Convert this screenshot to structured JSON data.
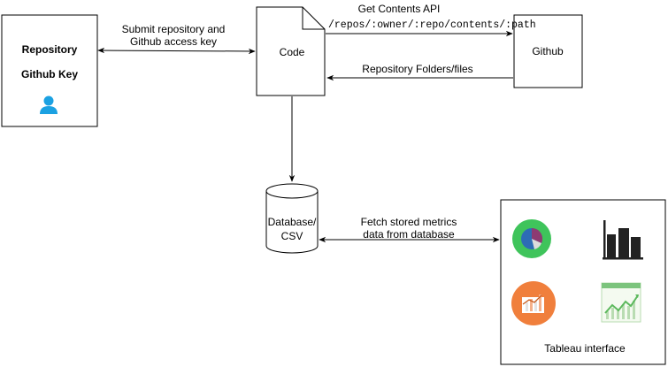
{
  "nodes": {
    "repository_box": {
      "line1": "Repository",
      "line2": "Github Key",
      "icon": "user-icon"
    },
    "code": {
      "label": "Code"
    },
    "github": {
      "label": "Github"
    },
    "database": {
      "line1": "Database/",
      "line2": "CSV"
    },
    "tableau": {
      "label": "Tableau interface",
      "icons": [
        "pie-chart-icon",
        "bar-chart-icon",
        "report-chart-icon",
        "growth-chart-icon"
      ]
    }
  },
  "edges": {
    "repo_code": {
      "line1": "Submit repository and",
      "line2": "Github access key"
    },
    "code_github": {
      "line1": "Get Contents API",
      "line2": "/repos/:owner/:repo/contents/:path"
    },
    "github_code": {
      "label": "Repository Folders/files"
    },
    "db_tableau": {
      "line1": "Fetch stored metrics",
      "line2": "data from database"
    }
  },
  "colors": {
    "user_icon": "#1ba1e2",
    "pie_bg": "#3fc45b",
    "pie_slice_blue": "#2d6cb5",
    "pie_slice_purple": "#8d3b72",
    "report_bg": "#f07f3c",
    "chart_dark": "#222222",
    "growth_green": "#5bb85c"
  }
}
